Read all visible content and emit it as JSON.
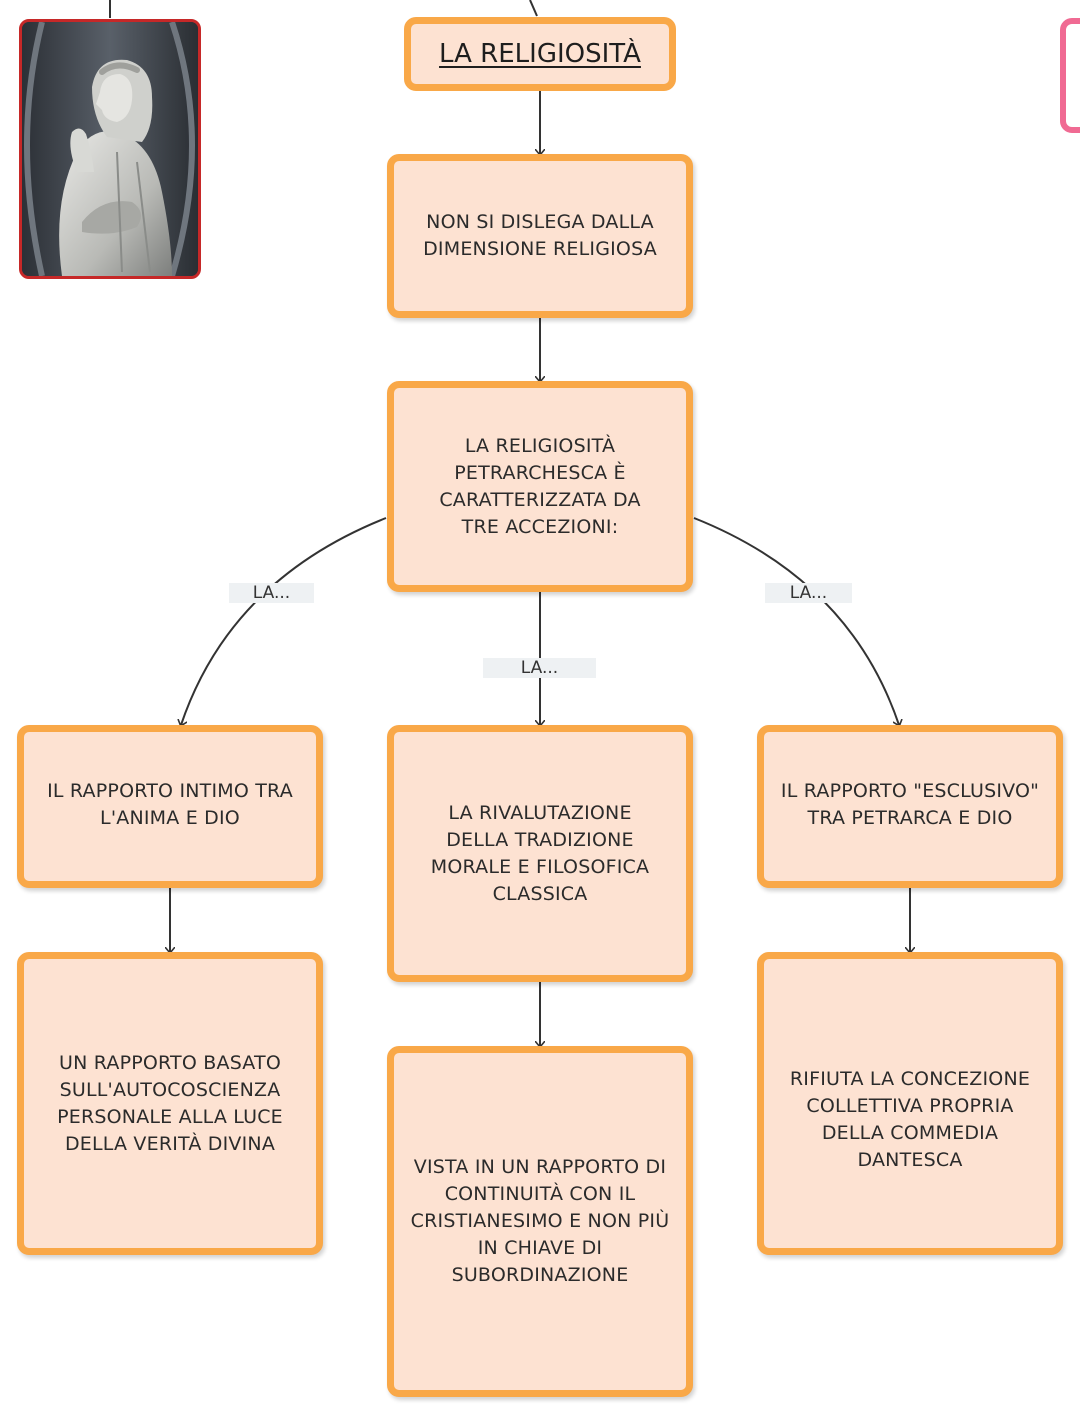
{
  "map": {
    "title": "LA RELIGIOSITÀ",
    "node_1": "NON SI DISLEGA DALLA DIMENSIONE RELIGIOSA",
    "node_2": "LA RELIGIOSITÀ PETRARCHESCA È CARATTERIZZATA DA TRE ACCEZIONI:",
    "branch_left": "IL RAPPORTO INTIMO TRA L'ANIMA E DIO",
    "branch_center": "LA RIVALUTAZIONE DELLA TRADIZIONE MORALE E FILOSOFICA CLASSICA",
    "branch_right": "IL RAPPORTO \"ESCLUSIVO\" TRA PETRARCA E DIO",
    "detail_left": "UN RAPPORTO BASATO SULL'AUTOCOSCIENZA PERSONALE ALLA LUCE DELLA VERITÀ DIVINA",
    "detail_center": "VISTA IN UN RAPPORTO DI CONTINUITÀ CON IL CRISTIANESIMO E NON PIÙ IN CHIAVE DI SUBORDINAZIONE",
    "detail_right": "RIFIUTA LA CONCEZIONE COLLETTIVA PROPRIA DELLA COMMEDIA DANTESCA",
    "edge_labels": {
      "left": "LA...",
      "center": "LA...",
      "right": "LA..."
    }
  },
  "image": {
    "subject": "statue-of-petrarch"
  },
  "colors": {
    "node_fill": "#fde2d2",
    "node_border": "#f9a848",
    "photo_border": "#c62828",
    "pink_border": "#f06a93"
  }
}
